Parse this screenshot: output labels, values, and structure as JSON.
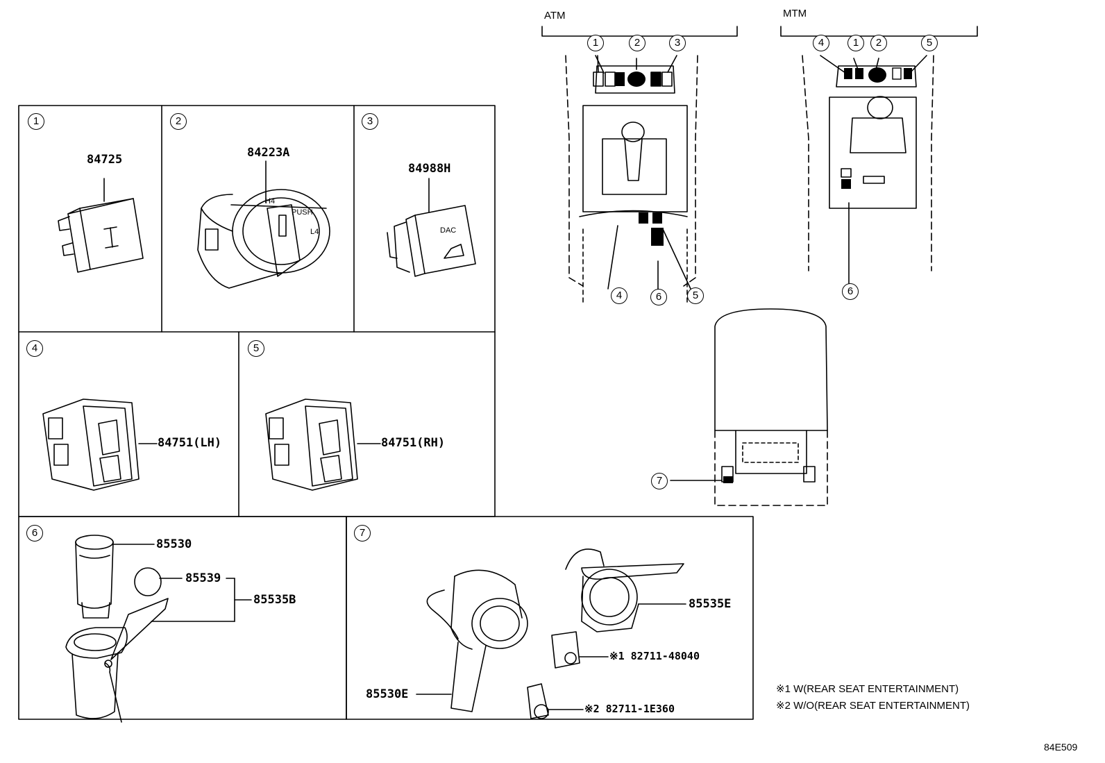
{
  "views": {
    "atm_label": "ATM",
    "mtm_label": "MTM"
  },
  "callouts": [
    "1",
    "2",
    "3",
    "4",
    "5",
    "6",
    "7"
  ],
  "panels": [
    {
      "num": "1",
      "parts": [
        "84725"
      ]
    },
    {
      "num": "2",
      "parts": [
        "84223A"
      ],
      "switch_marks": [
        "H4",
        "PUSH",
        "L4"
      ]
    },
    {
      "num": "3",
      "parts": [
        "84988H"
      ],
      "switch_marks": [
        "DAC"
      ]
    },
    {
      "num": "4",
      "parts": [
        "84751(LH)"
      ]
    },
    {
      "num": "5",
      "parts": [
        "84751(RH)"
      ]
    },
    {
      "num": "6",
      "parts": [
        "85530",
        "85539",
        "85535B"
      ]
    },
    {
      "num": "7",
      "parts": [
        "85535E",
        "85530E",
        "※1 82711-48040",
        "※2 82711-1E360"
      ]
    }
  ],
  "notes": [
    "※1 W(REAR SEAT ENTERTAINMENT)",
    "※2 W/O(REAR SEAT ENTERTAINMENT)"
  ],
  "figure_id": "84E509"
}
